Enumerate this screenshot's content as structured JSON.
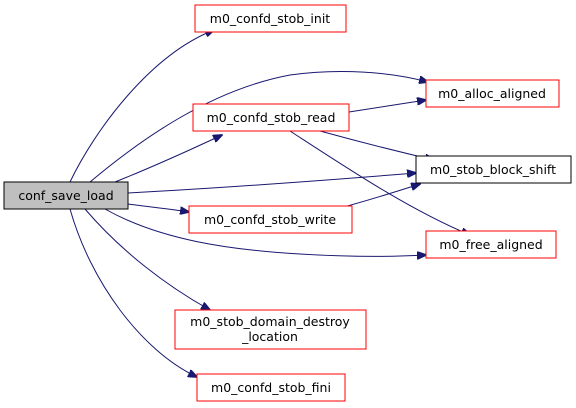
{
  "graph": {
    "colors": {
      "root_fill": "#bfbfbf",
      "node_fill": "#ffffff",
      "root_border": "#000000",
      "red_border": "#ff0000",
      "black_border": "#000000",
      "edge": "#191970"
    },
    "nodes": {
      "root": {
        "label": "conf_save_load"
      },
      "stob_init": {
        "label": "m0_confd_stob_init"
      },
      "alloc_aligned": {
        "label": "m0_alloc_aligned"
      },
      "stob_read": {
        "label": "m0_confd_stob_read"
      },
      "block_shift": {
        "label": "m0_stob_block_shift"
      },
      "stob_write": {
        "label": "m0_confd_stob_write"
      },
      "free_aligned": {
        "label": "m0_free_aligned"
      },
      "domain_destroy": {
        "label_line1": "m0_stob_domain_destroy",
        "label_line2": "_location"
      },
      "stob_fini": {
        "label": "m0_confd_stob_fini"
      }
    }
  }
}
